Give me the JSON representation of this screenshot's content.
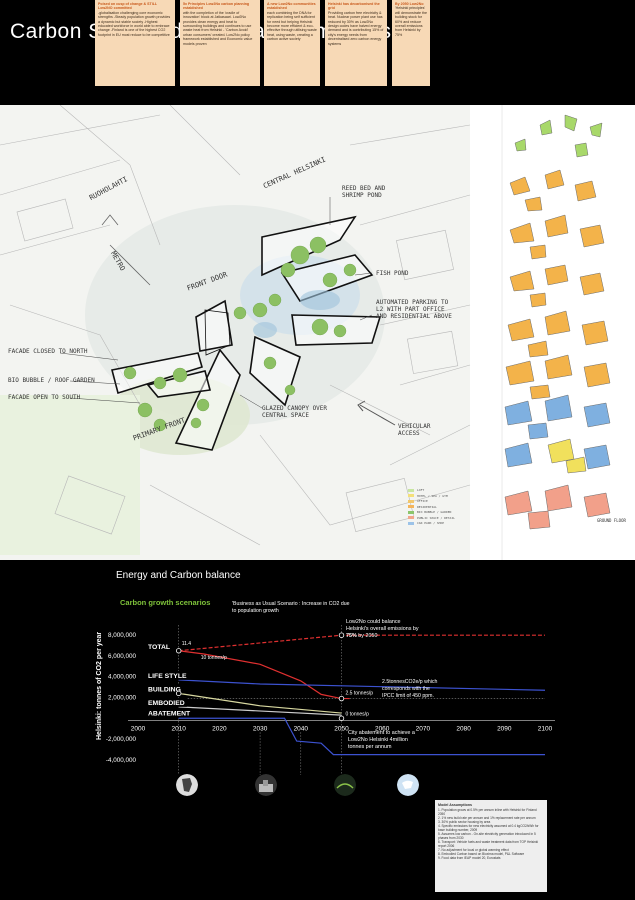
{
  "page": {
    "title": "Carbon Story and City Transformations"
  },
  "site_labels": {
    "ruoholahti": "RUOHOLAHTI",
    "central_helsinki": "CENTRAL HELSINKI",
    "metro": "METRO",
    "reed_bed": "REED BED AND\nSHRIMP POND",
    "fish_pond": "FISH POND",
    "parking": "AUTOMATED PARKING TO\nL2 WITH PART OFFICE\nAND RESIDENTIAL ABOVE",
    "front_door": "FRONT DOOR",
    "facade_north": "FACADE CLOSED TO NORTH",
    "bio_bubble": "BIO BUBBLE / ROOF GARDEN",
    "facade_south": "FACADE OPEN TO SOUTH",
    "primary_front": "PRIMARY FRONT",
    "canopy": "GLAZED CANOPY OVER\nCENTRAL SPACE",
    "vehicular": "VEHICULAR\nACCESS",
    "ground_floor": "GROUND FLOOR"
  },
  "legend": {
    "items": [
      {
        "label": "LOFT",
        "color": "#c8e6a0"
      },
      {
        "label": "HOTEL / SPA / GYM",
        "color": "#f4e07a"
      },
      {
        "label": "OFFICE",
        "color": "#f2c76b"
      },
      {
        "label": "RESIDENTIAL",
        "color": "#f4b55a"
      },
      {
        "label": "BIO BUBBLE / GARDEN",
        "color": "#8cc56b"
      },
      {
        "label": "PUBLIC SPACE / RETAIL",
        "color": "#f2a58a"
      },
      {
        "label": "CAR PARK / SHOP",
        "color": "#9cc3e8"
      }
    ]
  },
  "chart_section": {
    "heading": "Energy and Carbon balance"
  },
  "chart_data": {
    "type": "line",
    "title": "Carbon growth scenarios",
    "xlabel": "",
    "ylabel": "Helsinki: tonnes of CO2 per year",
    "x_ticks": [
      "2000",
      "2010",
      "2020",
      "2030",
      "2040",
      "2050",
      "2060",
      "2070",
      "2080",
      "2090",
      "2100"
    ],
    "y_ticks": [
      "8,000,000",
      "6,000,000",
      "4,000,000",
      "2,000,000",
      "-2,000,000",
      "-4,000,000"
    ],
    "xlim": [
      2000,
      2100
    ],
    "ylim": [
      -4500000,
      8500000
    ],
    "series": [
      {
        "name": "TOTAL",
        "color": "#e03030",
        "points": [
          [
            2010,
            6500000
          ],
          [
            2016,
            6200000
          ],
          [
            2030,
            5200000
          ],
          [
            2040,
            3600000
          ],
          [
            2045,
            2300000
          ],
          [
            2050,
            1900000
          ],
          [
            2052,
            1900000
          ]
        ]
      },
      {
        "name": "LIFE STYLE",
        "color": "#3c52d0",
        "points": [
          [
            2010,
            3700000
          ],
          [
            2030,
            3300000
          ],
          [
            2100,
            2700000
          ]
        ]
      },
      {
        "name": "BUILDING",
        "color": "#d8d8a0",
        "points": [
          [
            2010,
            2400000
          ],
          [
            2030,
            1200000
          ],
          [
            2050,
            500000
          ]
        ]
      },
      {
        "name": "EMBODIED",
        "color": "#cccccc",
        "points": [
          [
            2010,
            1100000
          ],
          [
            2050,
            300000
          ]
        ]
      },
      {
        "name": "ABATEMENT",
        "color": "#3c52d0",
        "points": [
          [
            2010,
            0
          ],
          [
            2036,
            0
          ],
          [
            2039,
            -2200000
          ],
          [
            2045,
            -2400000
          ],
          [
            2048,
            -3500000
          ],
          [
            2100,
            -3500000
          ]
        ]
      }
    ],
    "bau": {
      "color": "#e03030",
      "points": [
        [
          2010,
          6500000
        ],
        [
          2050,
          8000000
        ],
        [
          2100,
          8000000
        ]
      ]
    },
    "annotations": {
      "bau_note": "'Business as Usual Scenario : Increase in CO2 due to population growth",
      "low2no_a": "Low2No could balance",
      "low2no_b": "Helsinki's overall emissions by",
      "low2no_pct": "75%",
      "low2no_c": " by 2050",
      "point_114": "11.4",
      "point_10t": "10 tonnes/p",
      "point_25t": "2.5 tonnes/p",
      "point_0t": "0 tonnes/p",
      "ipcc_a": "2.5tonnesCO2e/p  which",
      "ipcc_b": "corresponds with the",
      "ipcc_c": "IPCC  limit of 450 ppm.",
      "abate_a": "City abatement to achieve a",
      "abate_b": "Low2No Helsinki 4million",
      "abate_c": "tonnes per annum"
    },
    "series_labels": [
      "TOTAL",
      "LIFE STYLE",
      "BUILDING",
      "EMBODIED",
      "ABATEMENT"
    ]
  },
  "timeline_boxes": [
    {
      "heading": "Poised on cusp of change & STILL Low2NO committed",
      "body": "-globalisation challenging core economic strengths -Steady population growth provides a dynamic but stable society -Highest educated workforce in world able to embrace change -Finland is one of the highest CO2 footprint in EU most reduce to be competitive"
    },
    {
      "heading": "5x Principles Low2No carbon planning established",
      "body": "with the completion of the 'cradle of innovation' block at Jatkasaari. Low2No provides clean energy and heat to surrounding buildings and continues to use waste heat from Helsinki - 'Carbon Avoid' urban consumers' created. Low2No policy framework established and Economic value models proven"
    },
    {
      "heading": "A new Low2No communities established",
      "body": "each combining the DNA for replication being self sufficient for need but helping Helsinki become more efficient & eco-effective through utilising waste heat, using waste, creating a carbon active society"
    },
    {
      "heading": "Helsinki has decarbonised the grid",
      "body": "Providing carbon free electricity & heat. Nuclear power plant use has reduced by 30% as Low2No design codes have halved energy demand and is contributing 15% of city's energy needs from decentralised zero carbon energy systems"
    },
    {
      "heading": "By 2050 Low2No",
      "body": "'Helsinki principles' will demonstrate the building stock for 60% and reduce overall emissions from Helsinki by 75%"
    }
  ],
  "notes": {
    "heading": "Model Assumptions",
    "items": [
      "1. Population grows at 0.5% per annum inline with Helsinki for Finland 2050",
      "2. 1% new build rate per annum and 1% replacement rate per annum",
      "3. 30% public sector housing by area",
      "4. Specific emissions for new electricity assumed at 0.4 kgCO2/kWh for base building number, 2009",
      "5. Assumes low carbon - On-site electricity generation introduced in 5 phases from 2030",
      "6. Transport: Vehicle fuels and waste treatment data from TOP Helsinki report 2006",
      "7. No adjustment for local or global warming effect",
      "8. Embodied Carbon based on Bioxima model, P&L Software",
      "9. Food data from IEAP model 20, Eurostats"
    ]
  }
}
